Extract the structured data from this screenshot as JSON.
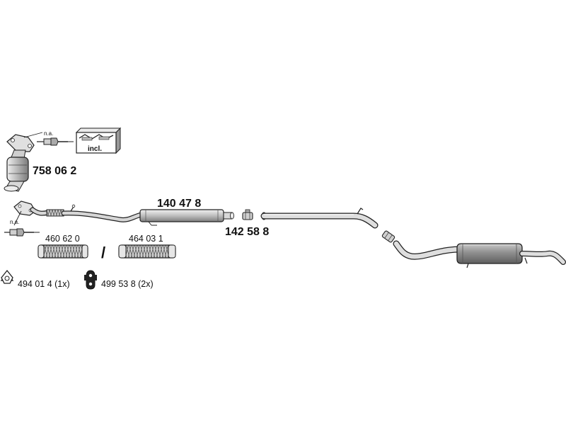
{
  "labels": {
    "catalyst_part": "758 06 2",
    "na_top": "n.a.",
    "incl_box": "incl.",
    "na_lower": "n.a.",
    "front_pipe_part": "140 47 8",
    "clamp_part": "142 58 8",
    "flex_a_part": "460 62 0",
    "flex_b_part": "464 03 1",
    "separator": "/",
    "gasket_part": "494 01 4 (1x)",
    "hanger_part": "499 53 8 (2x)"
  },
  "colors": {
    "line": "#222222",
    "metal_light": "#e6e6e6",
    "metal_mid": "#bdbdbd",
    "metal_dark": "#8a8a8a",
    "muffler": "#9a9a9a"
  }
}
